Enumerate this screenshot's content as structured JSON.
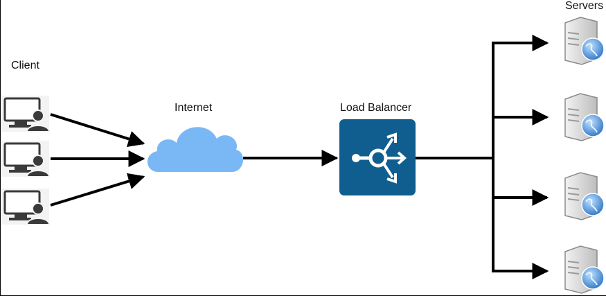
{
  "labels": {
    "client": "Client",
    "internet": "Internet",
    "load_balancer": "Load Balancer",
    "servers": "Servers"
  },
  "colors": {
    "line": "#000000",
    "cloud": "#7ab8f5",
    "load_balancer": "#0f5e8f",
    "user_icon": "#3a3a3a",
    "server_body": "#dcdcdc",
    "globe": "#3b86d4"
  },
  "icons": {
    "clients": [
      "desktop-user-icon",
      "desktop-user-icon",
      "desktop-user-icon"
    ],
    "internet": "cloud-icon",
    "load_balancer": "load-balancer-icon",
    "servers": [
      "web-server-icon",
      "web-server-icon",
      "web-server-icon",
      "web-server-icon"
    ]
  }
}
